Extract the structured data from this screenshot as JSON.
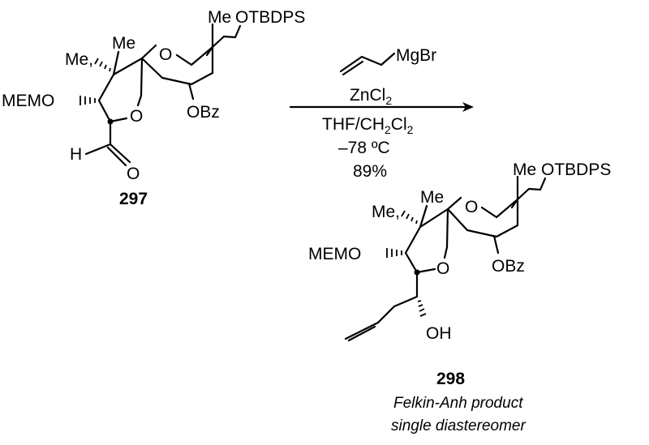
{
  "reagents": {
    "grignard": "MgBr",
    "zinc_main": "ZnCl",
    "zinc_sub": "2",
    "solvent_a": "THF/CH",
    "solvent_sub": "2",
    "solvent_b": "Cl",
    "solvent_sub2": "2",
    "temperature": "–78 ºC",
    "yield": "89%"
  },
  "compound_297": {
    "number": "297",
    "me_top": "Me",
    "otbdps": "OTBDPS",
    "me_left": "Me,",
    "me_quat": "Me",
    "ring_o_pyran": "O",
    "ring_o_furan": "O",
    "memo": "MEMO",
    "obz": "OBz",
    "h": "H",
    "o_ald": "O"
  },
  "compound_298": {
    "number": "298",
    "me_top": "Me",
    "otbdps": "OTBDPS",
    "me_left": "Me,",
    "me_quat": "Me",
    "ring_o_pyran": "O",
    "ring_o_furan": "O",
    "memo": "MEMO",
    "obz": "OBz",
    "oh": "OH",
    "caption_line1": "Felkin-Anh product",
    "caption_line2": "single diastereomer"
  }
}
